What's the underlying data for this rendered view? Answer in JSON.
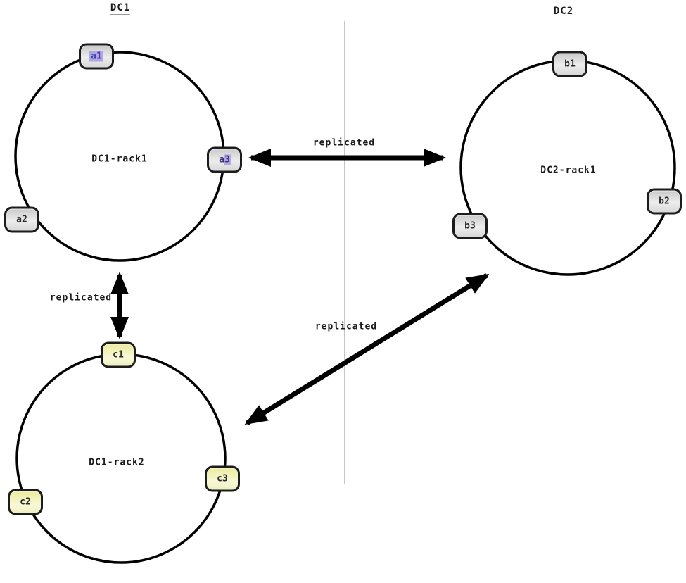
{
  "diagram": {
    "datacenters": [
      {
        "label": "DC1"
      },
      {
        "label": "DC2"
      }
    ],
    "rings": [
      {
        "name": "DC1-rack1",
        "datacenter": "DC1",
        "nodes": [
          {
            "label": "a1",
            "highlighted": true
          },
          {
            "label": "a2",
            "highlighted": false
          },
          {
            "label": "a3",
            "highlighted": true
          }
        ],
        "node_fill": "#d9d9d9"
      },
      {
        "name": "DC2-rack1",
        "datacenter": "DC2",
        "nodes": [
          {
            "label": "b1",
            "highlighted": false
          },
          {
            "label": "b2",
            "highlighted": false
          },
          {
            "label": "b3",
            "highlighted": false
          }
        ],
        "node_fill": "#d9d9d9"
      },
      {
        "name": "DC1-rack2",
        "datacenter": "DC1",
        "nodes": [
          {
            "label": "c1",
            "highlighted": false
          },
          {
            "label": "c2",
            "highlighted": false
          },
          {
            "label": "c3",
            "highlighted": false
          }
        ],
        "node_fill": "#eeeeaa"
      }
    ],
    "links": [
      {
        "label": "replicated",
        "from": "DC1-rack1",
        "to": "DC2-rack1",
        "direction": "bidirectional"
      },
      {
        "label": "replicated",
        "from": "DC1-rack1",
        "to": "DC1-rack2",
        "direction": "bidirectional"
      },
      {
        "label": "replicated",
        "from": "DC1-rack2",
        "to": "DC2-rack1",
        "direction": "bidirectional"
      }
    ],
    "colors": {
      "background": "#ffffff",
      "circle_stroke": "#000000",
      "divider": "#b3b3b3",
      "arrow": "#000000",
      "node_gray_fill": "#d9d9d9",
      "node_yellow_fill": "#eeeeaa",
      "node_border": "#1c1c1c",
      "highlight": "#b2a6e0",
      "highlight_text": "#3c3cae",
      "text": "#1a1a1a"
    }
  }
}
